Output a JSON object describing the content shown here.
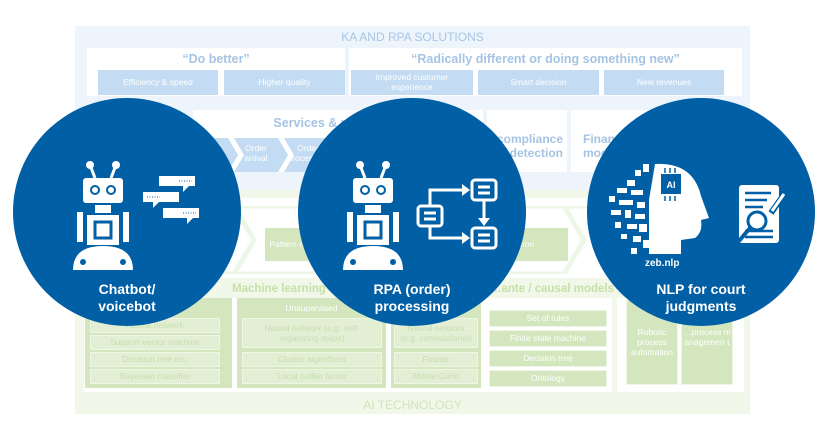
{
  "solutions": {
    "title": "KA AND RPA SOLUTIONS",
    "do_better": {
      "title": "“Do better”",
      "goals": [
        "Efficiency & speed",
        "Higher quality",
        "Improved customer experience"
      ]
    },
    "radical": {
      "title": "“Radically different or doing something new”",
      "goals": [
        "Smart decision",
        "New revenues"
      ]
    },
    "services": {
      "title": "Services & processes",
      "steps": [
        "…p",
        "Order arrival",
        "Order processing"
      ]
    },
    "compliance": {
      "text": "compliance detection"
    },
    "finance": {
      "text": "Finance models"
    }
  },
  "ai_technology": {
    "title": "AI TECHNOLOGY",
    "capabilities": [
      "Pattern recognition",
      "…sion"
    ],
    "machine_learning": {
      "title": "Machine learning",
      "supervised": [
        "Neural network",
        "Support vector machine",
        "Decision tree etc.",
        "Bayesian classifier"
      ],
      "unsupervised": {
        "header": "Unsupervised",
        "items": [
          "Neural network (e.g. self-organizing maps)",
          "Cluster algorithms",
          "Local outlier factor"
        ]
      },
      "other": [
        "Neural network (e.g. convolutional)",
        "Fourier",
        "Monte Carlo"
      ]
    },
    "causal_models": {
      "title": "…ante / causal models",
      "items": [
        "Set of rules",
        "Finite state machine",
        "Decision tree",
        "Ontology"
      ]
    },
    "automation": {
      "items": [
        "Robotic process automation",
        "…process managemen t"
      ]
    }
  },
  "use_cases": [
    {
      "label": "Chatbot/\nvoicebot",
      "icon": "robot-chat-icon"
    },
    {
      "label": "RPA (order)\nprocessing",
      "icon": "robot-flowchart-icon"
    },
    {
      "label": "NLP for court\njudgments",
      "icon": "ai-head-document-icon",
      "sublabel": "zeb.nlp"
    }
  ],
  "colors": {
    "circle": "#005fa5",
    "solutions_bg": "#eef4fb",
    "solutions_accent": "#c3dcf3",
    "ai_bg": "#f1f8ea",
    "ai_accent": "#d3e6bd"
  }
}
